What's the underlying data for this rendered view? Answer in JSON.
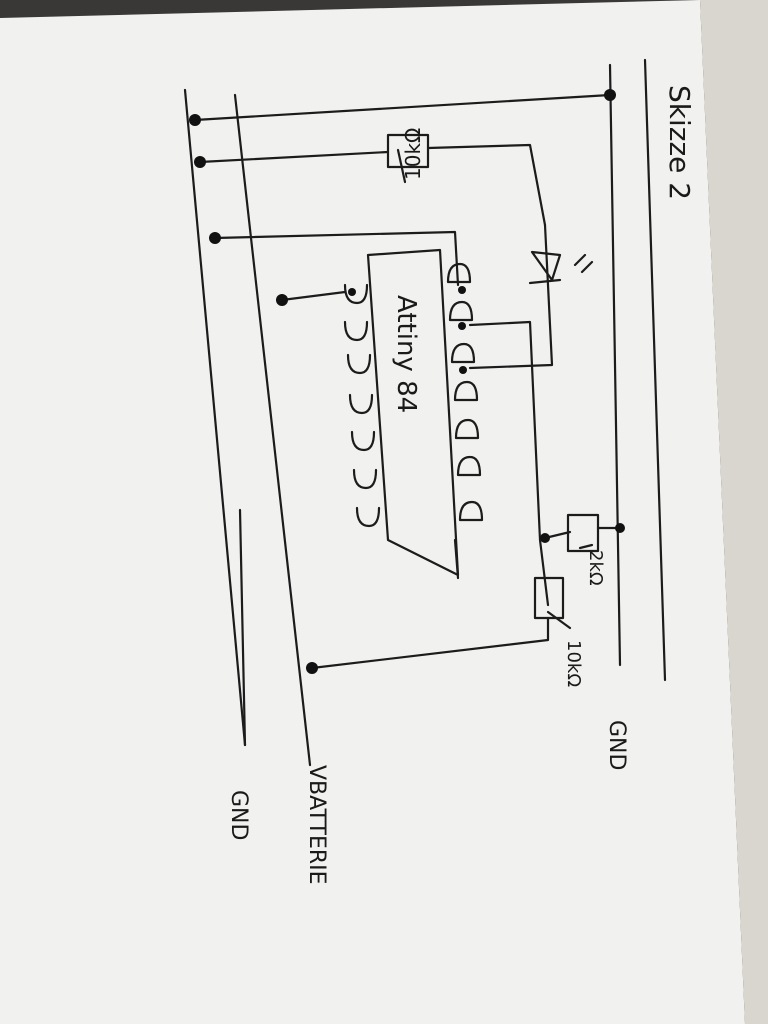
{
  "sketch": {
    "title": "Skizze 2",
    "chip_label": "Attiny 84",
    "resistor_top": "10kΩ",
    "resistor_mid": "2kΩ",
    "resistor_bottom": "10kΩ",
    "rail_right": "GND",
    "rail_left_top": "VBATTERIE",
    "rail_left_bottom": "GND"
  }
}
